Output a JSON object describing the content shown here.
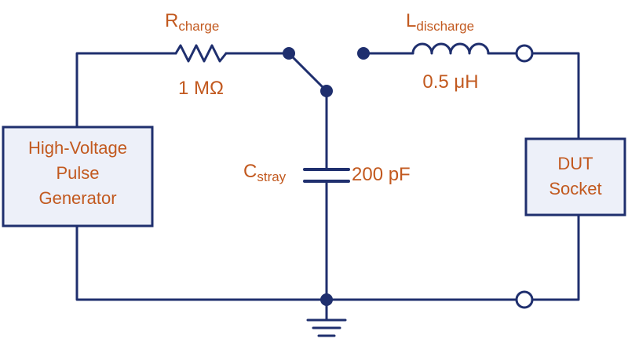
{
  "components": {
    "resistor": {
      "symbol": "R",
      "subscript": "charge",
      "value": "1 MΩ"
    },
    "inductor": {
      "symbol": "L",
      "subscript": "discharge",
      "value": "0.5 μH"
    },
    "capacitor": {
      "symbol": "C",
      "subscript": "stray",
      "value": "200 pF"
    }
  },
  "boxes": {
    "generator": [
      "High-Voltage",
      "Pulse",
      "Generator"
    ],
    "dut": [
      "DUT",
      "Socket"
    ]
  },
  "colors": {
    "wire": "#1f2f6e",
    "label": "#c2591f",
    "box_fill": "#edf0f9"
  }
}
